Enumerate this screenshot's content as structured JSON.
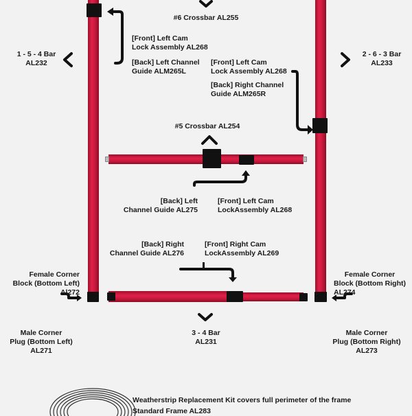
{
  "labels": {
    "crossbar6": "#6 Crossbar AL255",
    "bar154_l1": "1 - 5 - 4 Bar",
    "bar154_l2": "AL232",
    "bar263_l1": "2 - 6 - 3 Bar",
    "bar263_l2": "AL233",
    "left_cam_top_l1": "[Front] Left Cam",
    "left_cam_top_l2": "Lock Assembly AL268",
    "left_channel_top_l1": "[Back] Left Channel",
    "left_channel_top_l2": "Guide ALM265L",
    "left_cam_right_l1": "[Front] Left Cam",
    "left_cam_right_l2": "Lock Assembly AL268",
    "right_channel_l1": "[Back] Right Channel",
    "right_channel_l2": "Guide ALM265R",
    "crossbar5": "#5 Crossbar AL254",
    "back_left_channel_l1": "[Back] Left",
    "back_left_channel_l2": "Channel Guide AL275",
    "front_left_cam_l1": "[Front] Left Cam",
    "front_left_cam_l2": "LockAssembly AL268",
    "back_right_channel_l1": "[Back] Right",
    "back_right_channel_l2": "Channel Guide AL276",
    "front_right_cam_l1": "[Front] Right Cam",
    "front_right_cam_l2": "LockAssembly AL269",
    "female_bl_l1": "Female Corner",
    "female_bl_l2": "Block (Bottom Left)",
    "female_bl_l3": "Al272",
    "female_br_l1": "Female Corner",
    "female_br_l2": "Block (Bottom Right)",
    "female_br_l3": "AL274",
    "bar34_l1": "3 - 4 Bar",
    "bar34_l2": "AL231",
    "male_bl_l1": "Male Corner",
    "male_bl_l2": "Plug (Bottom Left)",
    "male_bl_l3": "AL271",
    "male_br_l1": "Male Corner",
    "male_br_l2": "Plug (Bottom Right)",
    "male_br_l3": "AL273",
    "weatherstrip": "Weatherstrip Replacement Kit covers full perimeter of the frame",
    "standard_frame": "Standard Frame AL283"
  },
  "colors": {
    "bar_red": "#d11a44",
    "block_black": "#111111",
    "background": "#f2f2f2"
  },
  "icons": [
    "arrow-icon",
    "chevron-icon",
    "weatherstrip-coil-icon"
  ]
}
